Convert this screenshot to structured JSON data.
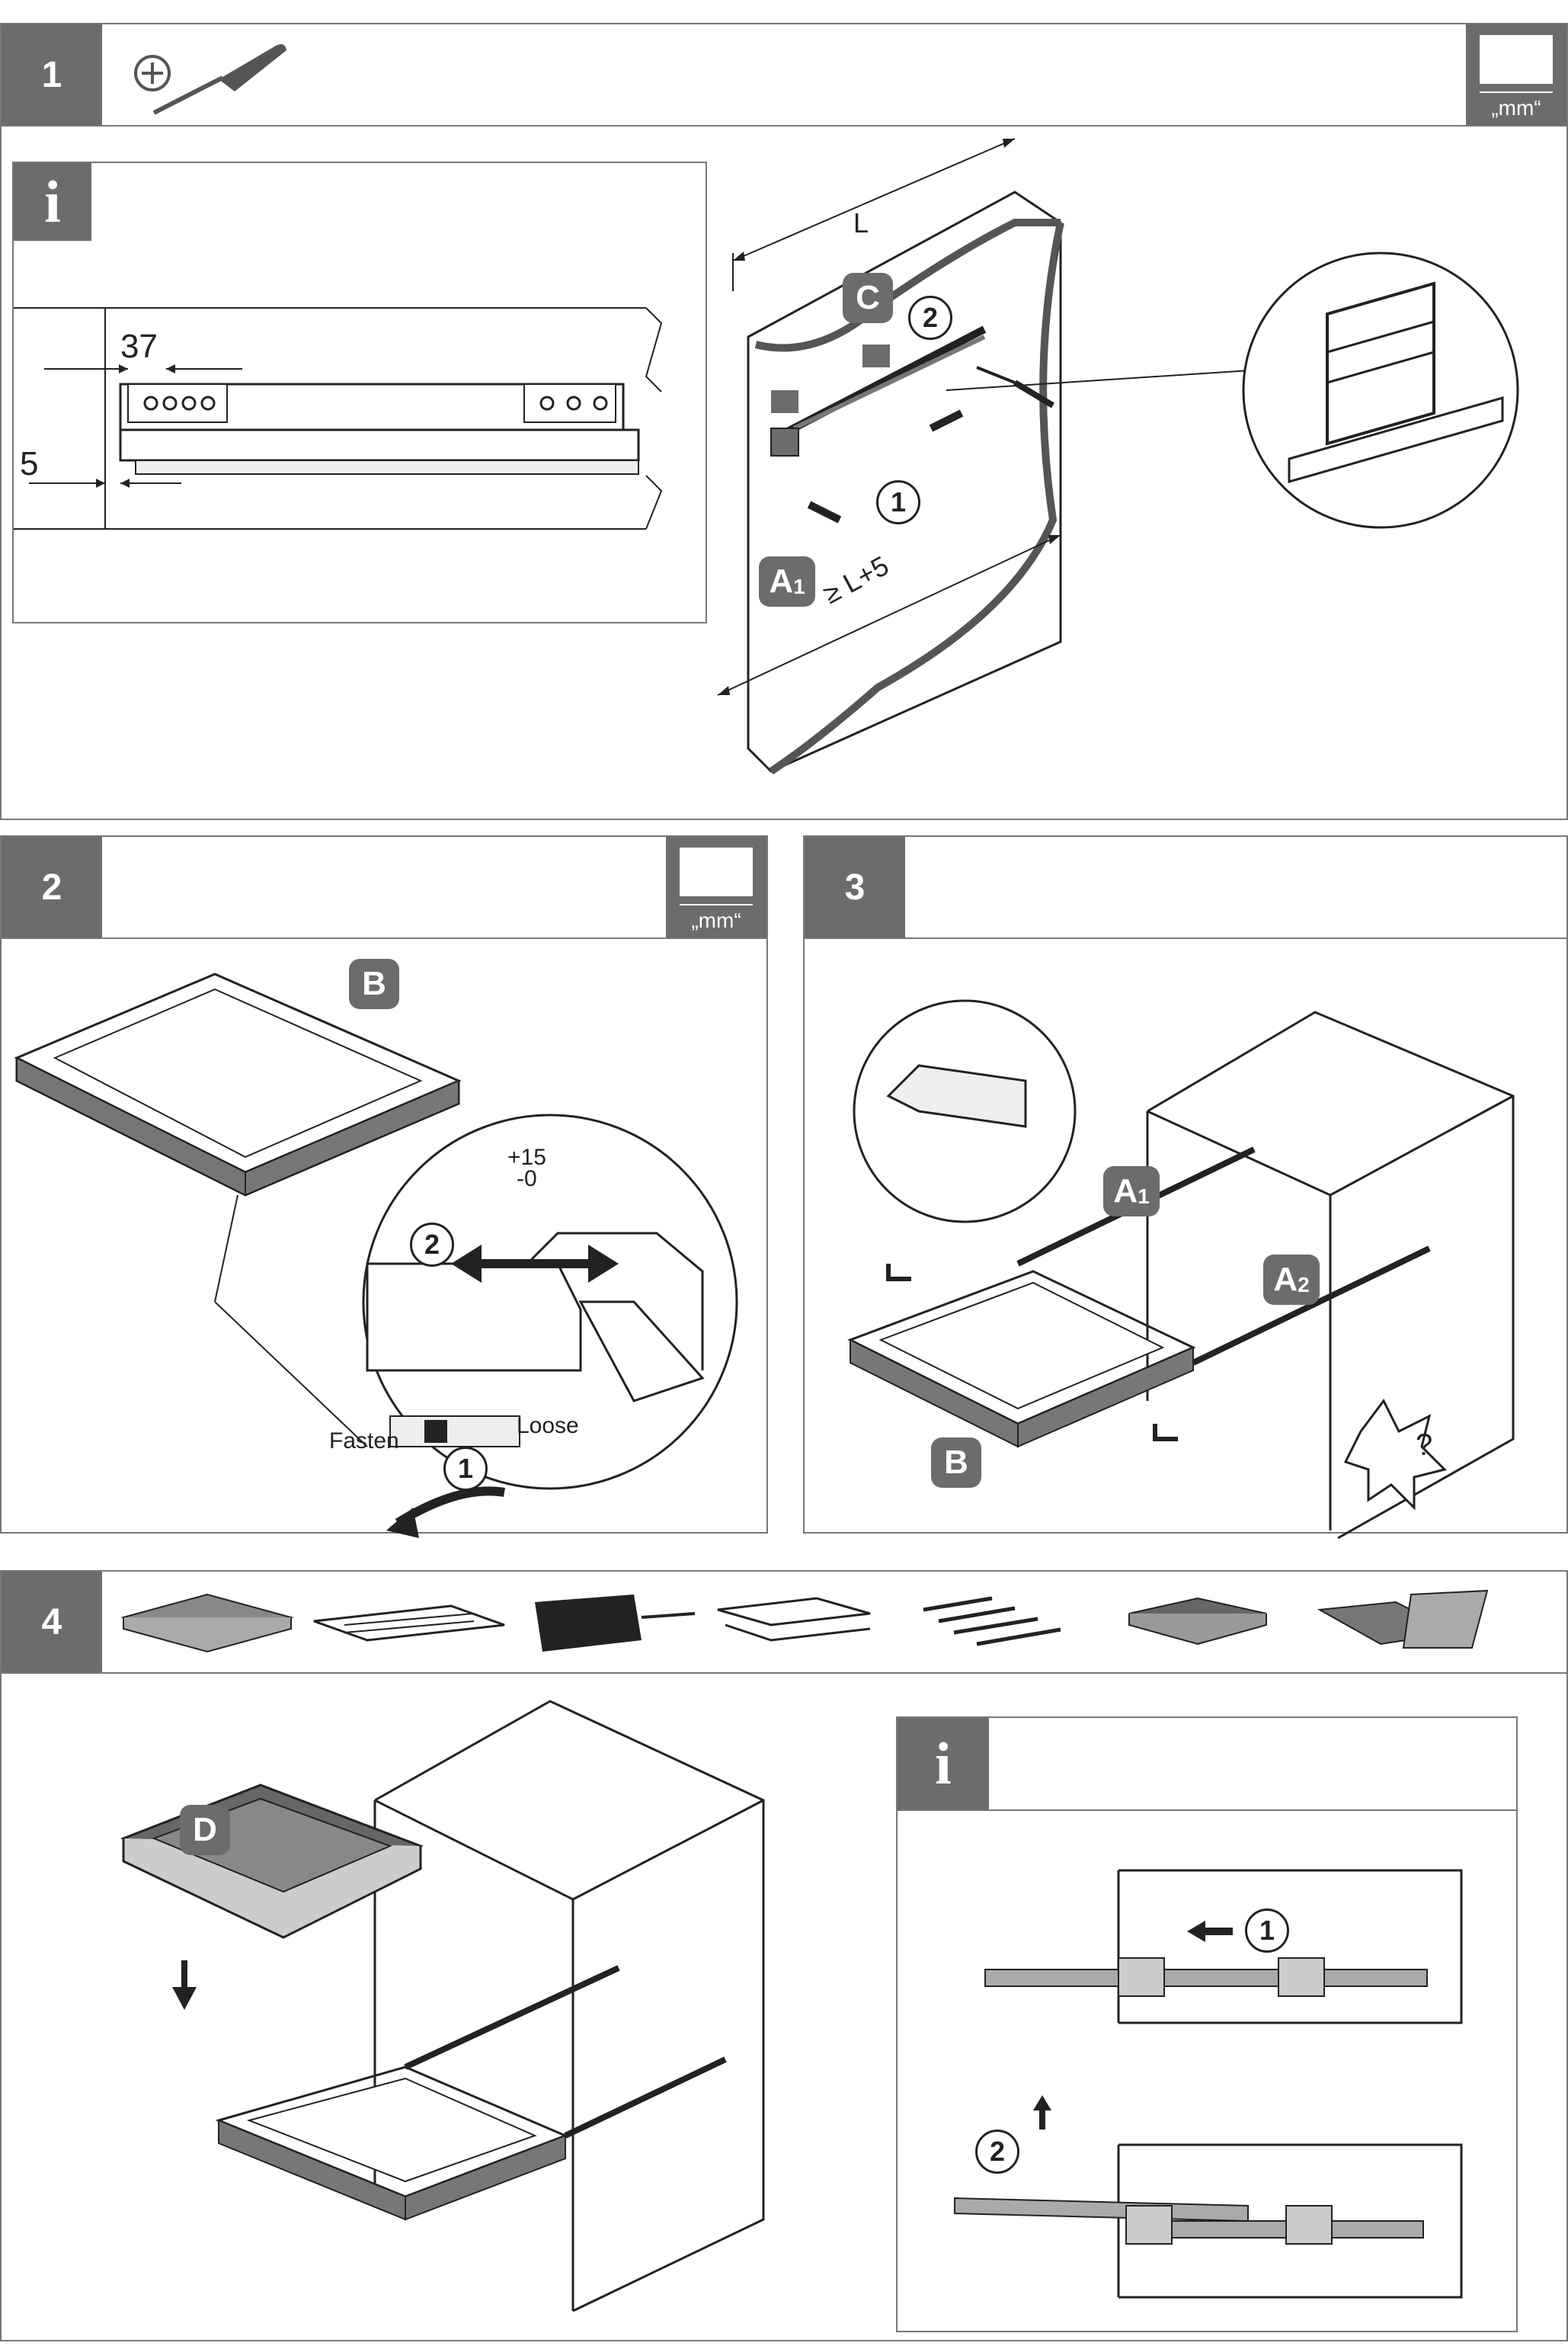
{
  "steps": [
    {
      "number": "1"
    },
    {
      "number": "2"
    },
    {
      "number": "3"
    },
    {
      "number": "4"
    }
  ],
  "units_label": "„mm“",
  "info_label": "i",
  "step1": {
    "dim_37": "37",
    "dim_5": "5",
    "dim_L": "L",
    "dim_L5": "≥ L+5",
    "part_C": "C",
    "part_A1": "A",
    "part_A1_sub": "1",
    "callout_1": "1",
    "callout_2": "2"
  },
  "step2": {
    "part_B": "B",
    "adjust": "+15\n-0",
    "adjust_top": "+15",
    "adjust_bottom": "-0",
    "fasten": "Fasten",
    "loose": "Loose",
    "callout_1": "1",
    "callout_2": "2"
  },
  "step3": {
    "part_A1": "A",
    "part_A1_sub": "1",
    "part_A2": "A",
    "part_A2_sub": "2",
    "part_B": "B"
  },
  "step4": {
    "part_D": "D",
    "callout_1": "1",
    "callout_2": "2"
  },
  "icons": {
    "tool": "screwdriver-icon",
    "hear": "hear-click-icon",
    "accessories": [
      "tray-divider-icon",
      "trouser-rack-icon",
      "basket-icon",
      "wire-basket-icon",
      "rods-icon",
      "shoe-tray-icon",
      "shoe-rack-icon"
    ]
  }
}
